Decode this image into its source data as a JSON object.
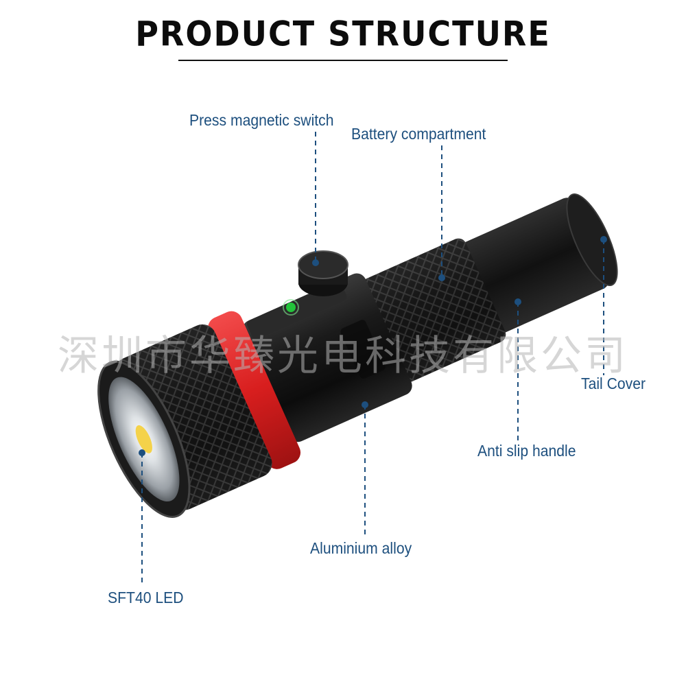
{
  "title": "PRODUCT STRUCTURE",
  "watermark": "深圳市华臻光电科技有限公司",
  "labels": {
    "press_switch": "Press magnetic switch",
    "battery": "Battery compartment",
    "tail_cover": "Tail Cover",
    "anti_slip": "Anti slip handle",
    "aluminium": "Aluminium alloy",
    "led": "SFT40 LED"
  },
  "colors": {
    "label_blue": "#1d4f7e",
    "accent_red": "#e02424",
    "body_black": "#151515",
    "indicator_green": "#22c43a"
  }
}
